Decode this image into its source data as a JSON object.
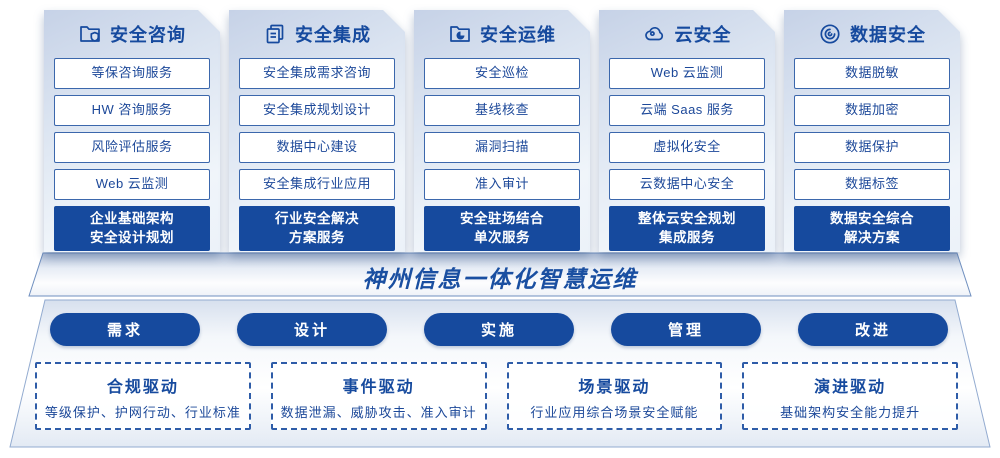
{
  "colors": {
    "primary": "#164a9e",
    "item_border": "#3b67ac",
    "item_text": "#1c4899",
    "banner_text": "#1a4fa1"
  },
  "columns": [
    {
      "icon": "folder-shield-icon",
      "title": "安全咨询",
      "items": [
        "等保咨询服务",
        "HW 咨询服务",
        "风险评估服务",
        "Web 云监测"
      ],
      "highlight": "企业基础架构\n安全设计规划"
    },
    {
      "icon": "documents-icon",
      "title": "安全集成",
      "items": [
        "安全集成需求咨询",
        "安全集成规划设计",
        "数据中心建设",
        "安全集成行业应用"
      ],
      "highlight": "行业安全解决\n方案服务"
    },
    {
      "icon": "folder-chart-icon",
      "title": "安全运维",
      "items": [
        "安全巡检",
        "基线核查",
        "漏洞扫描",
        "准入审计"
      ],
      "highlight": "安全驻场结合\n单次服务"
    },
    {
      "icon": "cloud-icon",
      "title": "云安全",
      "items": [
        "Web 云监测",
        "云端 Saas 服务",
        "虚拟化安全",
        "云数据中心安全"
      ],
      "highlight": "整体云安全规划\n集成服务"
    },
    {
      "icon": "fingerprint-icon",
      "title": "数据安全",
      "items": [
        "数据脱敏",
        "数据加密",
        "数据保护",
        "数据标签"
      ],
      "highlight": "数据安全综合\n解决方案"
    }
  ],
  "banner": {
    "title": "神州信息一体化智慧运维"
  },
  "pills": [
    "需求",
    "设计",
    "实施",
    "管理",
    "改进"
  ],
  "drivers": [
    {
      "title": "合规驱动",
      "desc": "等级保护、护网行动、行业标准"
    },
    {
      "title": "事件驱动",
      "desc": "数据泄漏、威胁攻击、准入审计"
    },
    {
      "title": "场景驱动",
      "desc": "行业应用综合场景安全赋能"
    },
    {
      "title": "演进驱动",
      "desc": "基础架构安全能力提升"
    }
  ]
}
